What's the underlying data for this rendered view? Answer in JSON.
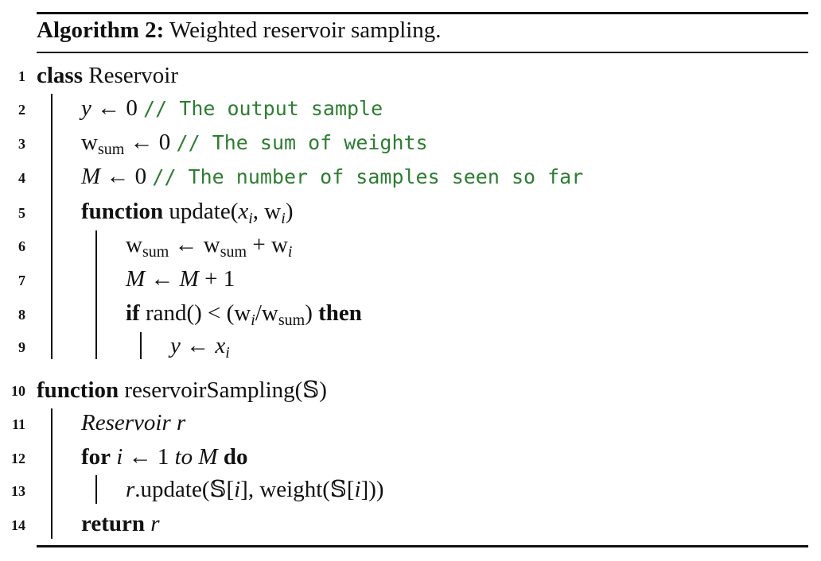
{
  "caption": {
    "label": "Algorithm 2:",
    "title": "Weighted reservoir sampling."
  },
  "lines": {
    "l1": {
      "num": "1",
      "kw": "class",
      "name": "Reservoir"
    },
    "l2": {
      "num": "2",
      "var": "y",
      "op": "← 0",
      "comment": "// The output sample"
    },
    "l3": {
      "num": "3",
      "var": "w",
      "sub": "sum",
      "op": "← 0",
      "comment": "// The sum of weights"
    },
    "l4": {
      "num": "4",
      "var": "M",
      "op": "← 0",
      "comment": "// The number of samples seen so far"
    },
    "l5": {
      "num": "5",
      "kw": "function",
      "name": "update(",
      "a": "x",
      "a_sub": "i",
      "sep": ", w",
      "b_sub": "i",
      "end": ")"
    },
    "l6": {
      "num": "6",
      "w": "w",
      "s1": "sum",
      "mid": "← w",
      "s2": "sum",
      "plus": "+ w",
      "s3": "i"
    },
    "l7": {
      "num": "7",
      "a": "M",
      "mid": "←",
      "b": "M",
      "end": "+ 1"
    },
    "l8": {
      "num": "8",
      "kw": "if",
      "t1": "rand() < (w",
      "s1": "i",
      "t2": "/w",
      "s2": "sum",
      "t3": ")",
      "kw2": "then"
    },
    "l9": {
      "num": "9",
      "a": "y",
      "mid": "←",
      "b": "x",
      "b_sub": "i"
    },
    "l10": {
      "num": "10",
      "kw": "function",
      "name": "reservoirSampling(𝕊)"
    },
    "l11": {
      "num": "11",
      "text": "Reservoir r"
    },
    "l12": {
      "num": "12",
      "kw": "for",
      "i": "i",
      "mid": "← 1",
      "to": "to M",
      "kw2": "do"
    },
    "l13": {
      "num": "13",
      "r": "r",
      "t1": ".update(𝕊[",
      "i1": "i",
      "t2": "], weight(𝕊[",
      "i2": "i",
      "t3": "]))"
    },
    "l14": {
      "num": "14",
      "kw": "return",
      "r": "r"
    }
  }
}
